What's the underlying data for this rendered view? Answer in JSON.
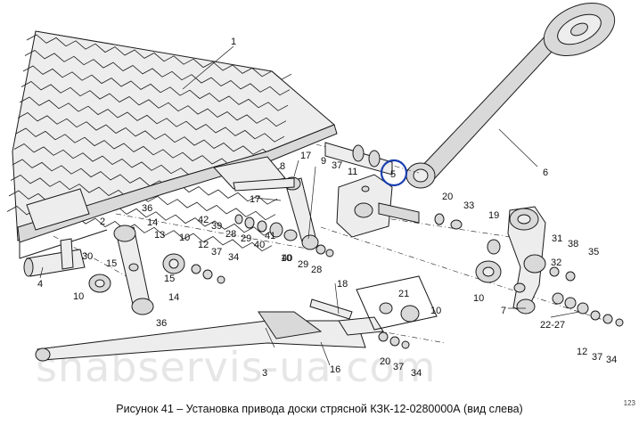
{
  "figure": {
    "caption": "Рисунок 41 – Установка привода доски стрясной КЗК-12-0280000А (вид слева)",
    "watermark": "snabservis-ua.com",
    "page_mark": "123",
    "highlight_color": "#1a3fb0",
    "highlighted_callout": "5"
  },
  "callouts": [
    {
      "id": "c1",
      "text": "1"
    },
    {
      "id": "c2",
      "text": "2"
    },
    {
      "id": "c3",
      "text": "3"
    },
    {
      "id": "c4",
      "text": "4"
    },
    {
      "id": "c5",
      "text": "5"
    },
    {
      "id": "c6",
      "text": "6"
    },
    {
      "id": "c7",
      "text": "7"
    },
    {
      "id": "c8",
      "text": "8"
    },
    {
      "id": "c9",
      "text": "9"
    },
    {
      "id": "c10a",
      "text": "10"
    },
    {
      "id": "c10b",
      "text": "10"
    },
    {
      "id": "c10c",
      "text": "10"
    },
    {
      "id": "c10d",
      "text": "10"
    },
    {
      "id": "c10e",
      "text": "10"
    },
    {
      "id": "c11",
      "text": "11"
    },
    {
      "id": "c12a",
      "text": "12"
    },
    {
      "id": "c12b",
      "text": "12"
    },
    {
      "id": "c13",
      "text": "13"
    },
    {
      "id": "c14a",
      "text": "14"
    },
    {
      "id": "c14b",
      "text": "14"
    },
    {
      "id": "c15a",
      "text": "15"
    },
    {
      "id": "c15b",
      "text": "15"
    },
    {
      "id": "c16",
      "text": "16"
    },
    {
      "id": "c17a",
      "text": "17"
    },
    {
      "id": "c17b",
      "text": "17"
    },
    {
      "id": "c18",
      "text": "18"
    },
    {
      "id": "c19",
      "text": "19"
    },
    {
      "id": "c20a",
      "text": "20"
    },
    {
      "id": "c20b",
      "text": "20"
    },
    {
      "id": "c21",
      "text": "21"
    },
    {
      "id": "c2227",
      "text": "22-27"
    },
    {
      "id": "c28a",
      "text": "28"
    },
    {
      "id": "c28b",
      "text": "28"
    },
    {
      "id": "c29a",
      "text": "29"
    },
    {
      "id": "c29b",
      "text": "29"
    },
    {
      "id": "c30",
      "text": "30"
    },
    {
      "id": "c31",
      "text": "31"
    },
    {
      "id": "c32",
      "text": "32"
    },
    {
      "id": "c33",
      "text": "33"
    },
    {
      "id": "c34a",
      "text": "34"
    },
    {
      "id": "c34b",
      "text": "34"
    },
    {
      "id": "c34c",
      "text": "34"
    },
    {
      "id": "c35",
      "text": "35"
    },
    {
      "id": "c36a",
      "text": "36"
    },
    {
      "id": "c36b",
      "text": "36"
    },
    {
      "id": "c37a",
      "text": "37"
    },
    {
      "id": "c37b",
      "text": "37"
    },
    {
      "id": "c37c",
      "text": "37"
    },
    {
      "id": "c37d",
      "text": "37"
    },
    {
      "id": "c38",
      "text": "38"
    },
    {
      "id": "c39",
      "text": "39"
    },
    {
      "id": "c40a",
      "text": "40"
    },
    {
      "id": "c40b",
      "text": "40"
    },
    {
      "id": "c41",
      "text": "41"
    },
    {
      "id": "c42",
      "text": "42"
    }
  ]
}
